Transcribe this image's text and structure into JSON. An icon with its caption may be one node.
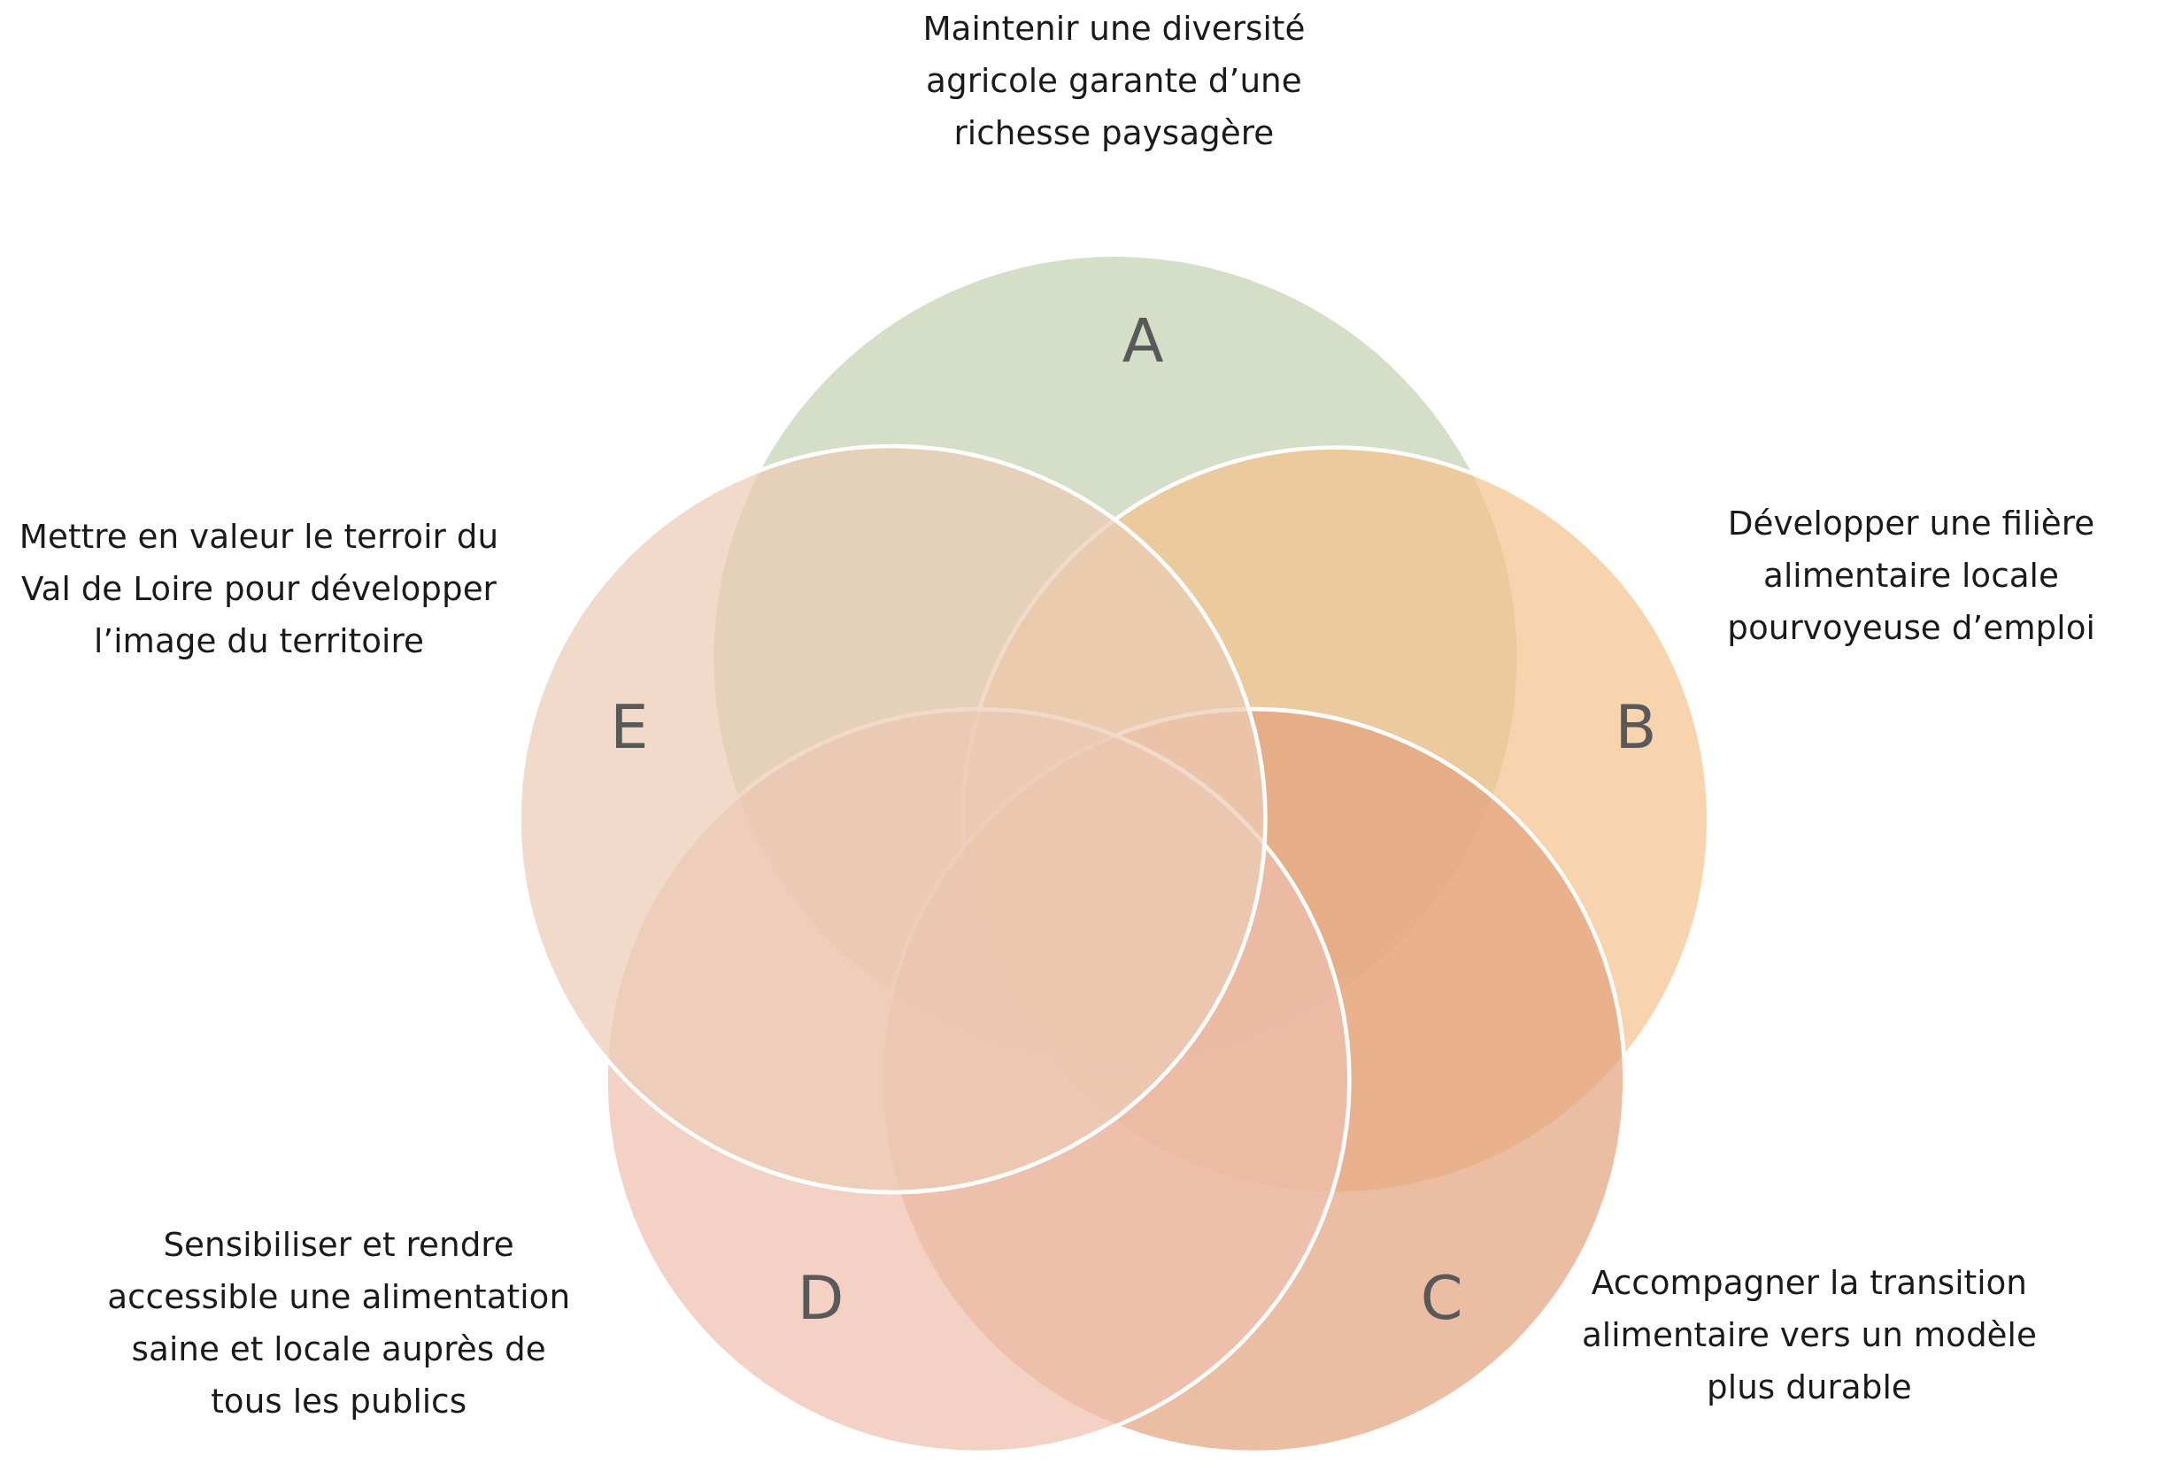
{
  "diagram": {
    "nodes": [
      {
        "text": [
          "A"
        ],
        "beside": [
          "Maintenir une diversité agricole garante d’une richesse paysagère"
        ]
      },
      {
        "text": [
          "B"
        ],
        "beside": [
          "Développer une filière alimentaire locale pourvoyeuse d’emploi"
        ]
      },
      {
        "text": [
          "C"
        ],
        "beside": [
          "Accompagner la transition alimentaire vers un modèle plus durable"
        ]
      },
      {
        "text": [
          "D"
        ],
        "beside": [
          "Sensibiliser et rendre accessible une alimentation saine et locale auprès de tous les publics"
        ]
      },
      {
        "text": [
          "E"
        ],
        "beside": [
          "Mettre en valeur le terroir du Val de Loire pour développer l’image du territoire"
        ]
      }
    ]
  }
}
